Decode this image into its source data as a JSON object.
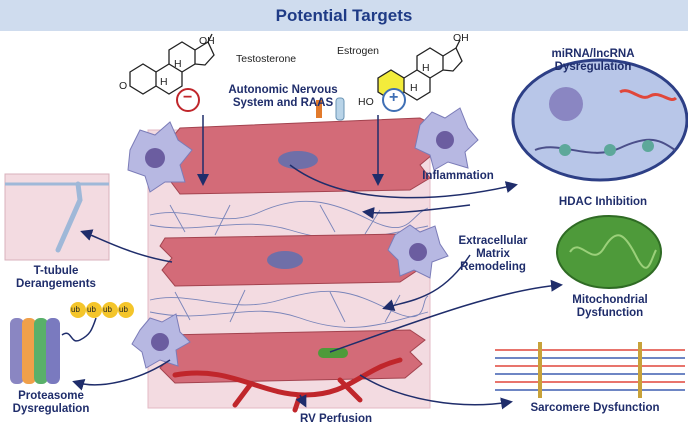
{
  "title": "Potential Targets",
  "chem": {
    "testosterone": "Testosterone",
    "estrogen": "Estrogen",
    "oh": "OH",
    "o": "O",
    "ho": "HO",
    "h": "H",
    "minus": "−",
    "plus": "+"
  },
  "labels": {
    "autonomic": "Autonomic Nervous\nSystem and RAAS",
    "inflammation": "Inflammation",
    "mirna": "miRNA/lncRNA\nDysregulation",
    "hdac": "HDAC Inhibition",
    "ttubule": "T-tubule\nDerangements",
    "ecm": "Extracellular\nMatrix\nRemodeling",
    "mito": "Mitochondrial\nDysfunction",
    "proteasome": "Proteasome\nDysregulation",
    "rv": "RV Perfusion",
    "sarcomere": "Sarcomere Dysfunction",
    "ub": "ub"
  },
  "colors": {
    "header_bg": "#cfdcee",
    "title": "#1f3b86",
    "label": "#1f2d6b",
    "tissue": "#f3dbe1",
    "myocyte": "#c9616e",
    "vessel": "#c0262b",
    "mito": "#4e9a3a",
    "nucleus_cell": "#b8c6e8",
    "macrophage": "#b7b8e2"
  }
}
